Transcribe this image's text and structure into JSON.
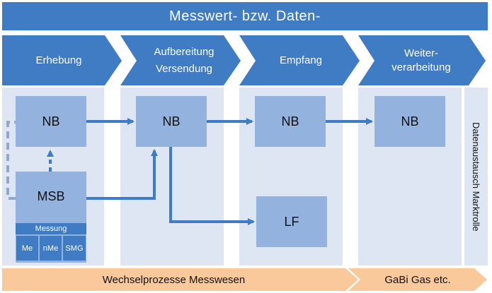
{
  "header": {
    "title": "Messwert- bzw. Daten-"
  },
  "phases": [
    {
      "label": "Erhebung"
    },
    {
      "label_line1": "Aufbereitung",
      "label_line2": "Versendung"
    },
    {
      "label": "Empfang"
    },
    {
      "label_line1": "Weiter-",
      "label_line2": "verarbeitung"
    }
  ],
  "boxes": {
    "nb_erhebung": "NB",
    "msb": "MSB",
    "nb_aufbereitung": "NB",
    "nb_empfang": "NB",
    "lf": "LF",
    "nb_weiterverarbeitung": "NB"
  },
  "measurement": {
    "title": "Messung",
    "types": [
      "Me",
      "nMe",
      "SMG"
    ]
  },
  "side_label": "Datenaustausch Marktrolle",
  "bottom_bar": {
    "left": "Wechselprozesse Messwesen",
    "right": "GaBi Gas etc."
  },
  "colors": {
    "primary": "#3f7cc4",
    "box": "#93b3de",
    "column": "#dde6f2",
    "bottom": "#f9c89b",
    "connector": "#8fa8cc"
  }
}
